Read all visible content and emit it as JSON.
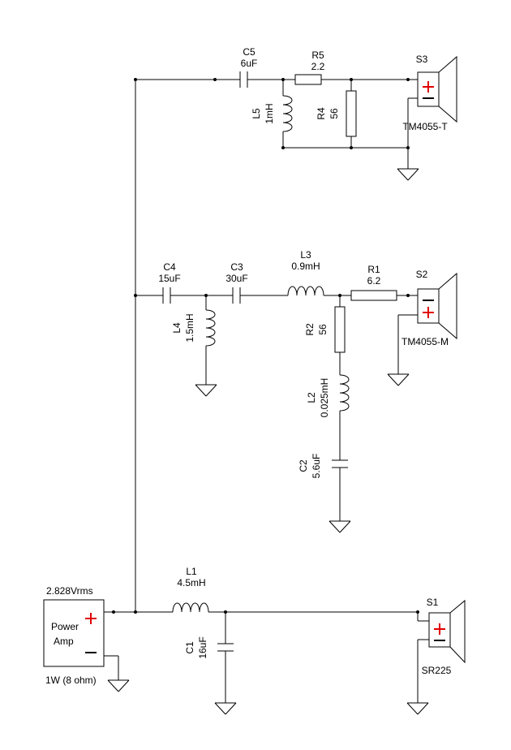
{
  "amplifier": {
    "voltage": "2.828Vrms",
    "label_line1": "Power",
    "label_line2": "Amp",
    "power": "1W (8 ohm)"
  },
  "components": {
    "C5": {
      "ref": "C5",
      "value": "6uF"
    },
    "R5": {
      "ref": "R5",
      "value": "2.2"
    },
    "L5": {
      "ref": "L5",
      "value": "1mH"
    },
    "R4": {
      "ref": "R4",
      "value": "56"
    },
    "C4": {
      "ref": "C4",
      "value": "15uF"
    },
    "C3": {
      "ref": "C3",
      "value": "30uF"
    },
    "L3": {
      "ref": "L3",
      "value": "0.9mH"
    },
    "R1": {
      "ref": "R1",
      "value": "6.2"
    },
    "L4": {
      "ref": "L4",
      "value": "1.5mH"
    },
    "R2": {
      "ref": "R2",
      "value": "56"
    },
    "L2": {
      "ref": "L2",
      "value": "0.025mH"
    },
    "C2": {
      "ref": "C2",
      "value": "5.6uF"
    },
    "L1": {
      "ref": "L1",
      "value": "4.5mH"
    },
    "C1": {
      "ref": "C1",
      "value": "16uF"
    }
  },
  "speakers": {
    "S3": {
      "ref": "S3",
      "model": "TM4055-T"
    },
    "S2": {
      "ref": "S2",
      "model": "TM4055-M"
    },
    "S1": {
      "ref": "S1",
      "model": "SR225"
    }
  },
  "colors": {
    "plus_sign": "#e00000",
    "minus_sign": "#000000",
    "line": "#000000"
  }
}
